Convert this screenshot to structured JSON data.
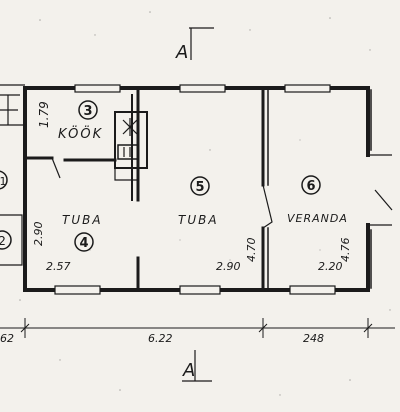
{
  "section_marks": {
    "top": "A",
    "bottom": "A"
  },
  "rooms": [
    {
      "id": "room-3",
      "number": "3",
      "name": "KÖÖK",
      "dim_vertical": "1.79"
    },
    {
      "id": "room-4",
      "number": "4",
      "name": "TUBA",
      "dim_vertical": "2.90",
      "dim_horizontal": "2.57"
    },
    {
      "id": "room-5",
      "number": "5",
      "name": "TUBA",
      "dim_vertical": "4.70",
      "dim_horizontal": "2.90"
    },
    {
      "id": "room-6",
      "number": "6",
      "name": "VERANDA",
      "dim_vertical": "4.76",
      "dim_horizontal": "2.20"
    },
    {
      "id": "room-2",
      "number": "2"
    },
    {
      "id": "room-1",
      "number": "1"
    }
  ],
  "dimensions": {
    "left_partial": "62",
    "middle": "6.22",
    "right": "248"
  },
  "colors": {
    "ink": "#1b1b1b",
    "paper": "#f3f1ec"
  }
}
